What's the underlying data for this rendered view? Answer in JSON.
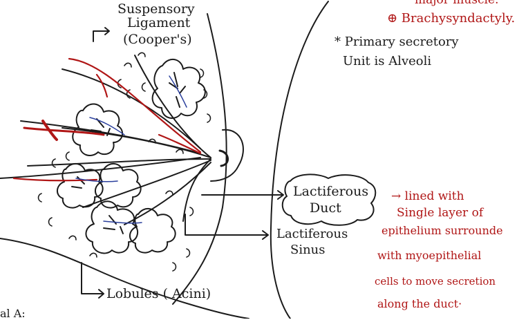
{
  "colors": {
    "ink": "#1b1b1b",
    "red_ink": "#b01616",
    "vessel_blue": "#2a3f9c",
    "background": "#ffffff"
  },
  "labels": {
    "suspensory_line1": "Suspensory",
    "suspensory_line2": "Ligament",
    "suspensory_line3": "(Cooper's)",
    "lactiferous_duct_line1": "Lactiferous",
    "lactiferous_duct_line2": "Duct",
    "lactiferous_sinus_line1": "Lactiferous",
    "lactiferous_sinus_line2": "Sinus",
    "lobules": "Lobules ( Acini)",
    "partial_left": "al A:"
  },
  "notes": {
    "major_muscle": "major muscle.",
    "brachysyndactyly": "⊕ Brachysyndactyly.",
    "primary_secretory_line1": "* Primary secretory",
    "primary_secretory_line2": "Unit is  Alveoli",
    "duct_note_lines": [
      "→ lined with",
      "Single layer of",
      "epithelium surrounde",
      "with myoepithelial",
      "cells to move secretion",
      "along the duct·"
    ]
  }
}
